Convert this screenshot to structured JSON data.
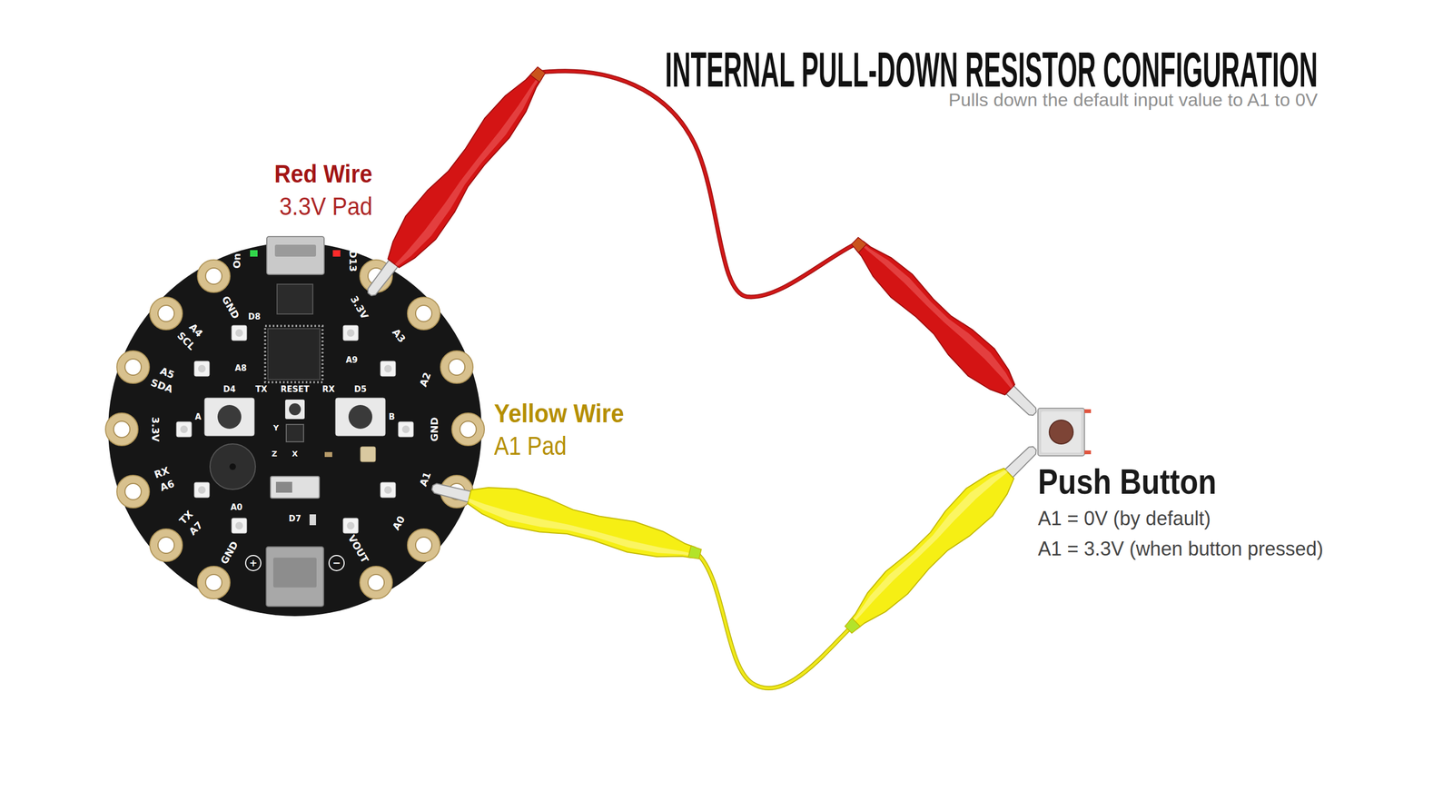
{
  "diagram": {
    "title": "INTERNAL PULL-DOWN RESISTOR CONFIGURATION",
    "caption": "Pulls down the default input value to A1 to 0V",
    "nodes": [
      {
        "text": [
          "3.3V"
        ]
      },
      {
        "text": [
          "A1"
        ]
      },
      {
        "text": [
          "Push Button",
          "A1 = 0V (by default)",
          "A1 = 3.3V (when button pressed)"
        ]
      }
    ],
    "edges": [
      {
        "from": 0,
        "to": 2,
        "arrow": "none"
      },
      {
        "from": 1,
        "to": 2,
        "arrow": "none"
      }
    ],
    "labels": [
      "Red Wire",
      "3.3V Pad",
      "Yellow Wire",
      "A1 Pad",
      "On",
      "D13",
      "GND",
      "D8",
      "SCL",
      "A4",
      "SDA",
      "A5",
      "3.3V",
      "RX",
      "A6",
      "TX",
      "A7",
      "GND",
      "VOUT",
      "A0",
      "GND",
      "A2",
      "A3",
      "A8",
      "A9",
      "D4",
      "TX",
      "RESET",
      "RX",
      "D5",
      "A",
      "B",
      "Y",
      "Z",
      "X",
      "A0",
      "D7",
      "+",
      "−"
    ]
  }
}
